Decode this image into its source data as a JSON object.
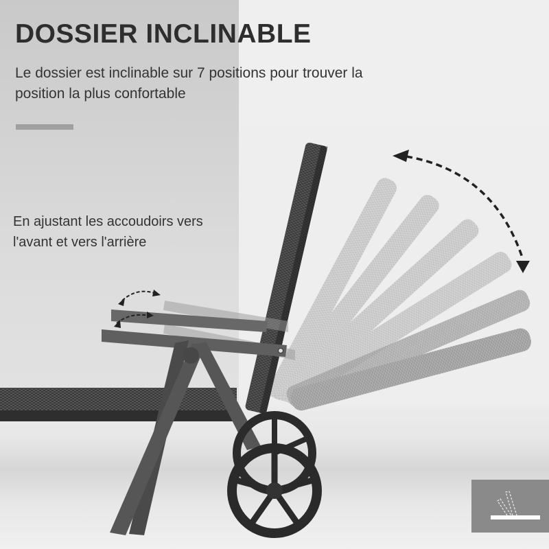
{
  "header": {
    "title": "DOSSIER INCLINABLE",
    "subtitle": "Le dossier est inclinable sur 7 positions pour trouver la position la plus confortable"
  },
  "armrest_note": {
    "text": "En ajustant les accoudoirs vers l'avant et vers l'arrière"
  },
  "product": {
    "name": "sun-lounger",
    "backrest_positions": 7,
    "colors": {
      "frame": "#5a5a5a",
      "rattan": "#3c3c3c",
      "wheels": "#2b2b2b",
      "ghost": "#b8b8b8",
      "arrow": "#222222"
    }
  },
  "icons": {
    "recline_arrow": "double-arrow-curved-dashed",
    "armrest_arrow": "double-arrow-curved-dashed",
    "recline_badge": "recline-positions-icon"
  },
  "theme": {
    "panel": "#d0d0d0",
    "background": "#efefef",
    "divider": "#a0a0a0",
    "text": "#2e2e2e",
    "badge": "#8a8a8a"
  }
}
